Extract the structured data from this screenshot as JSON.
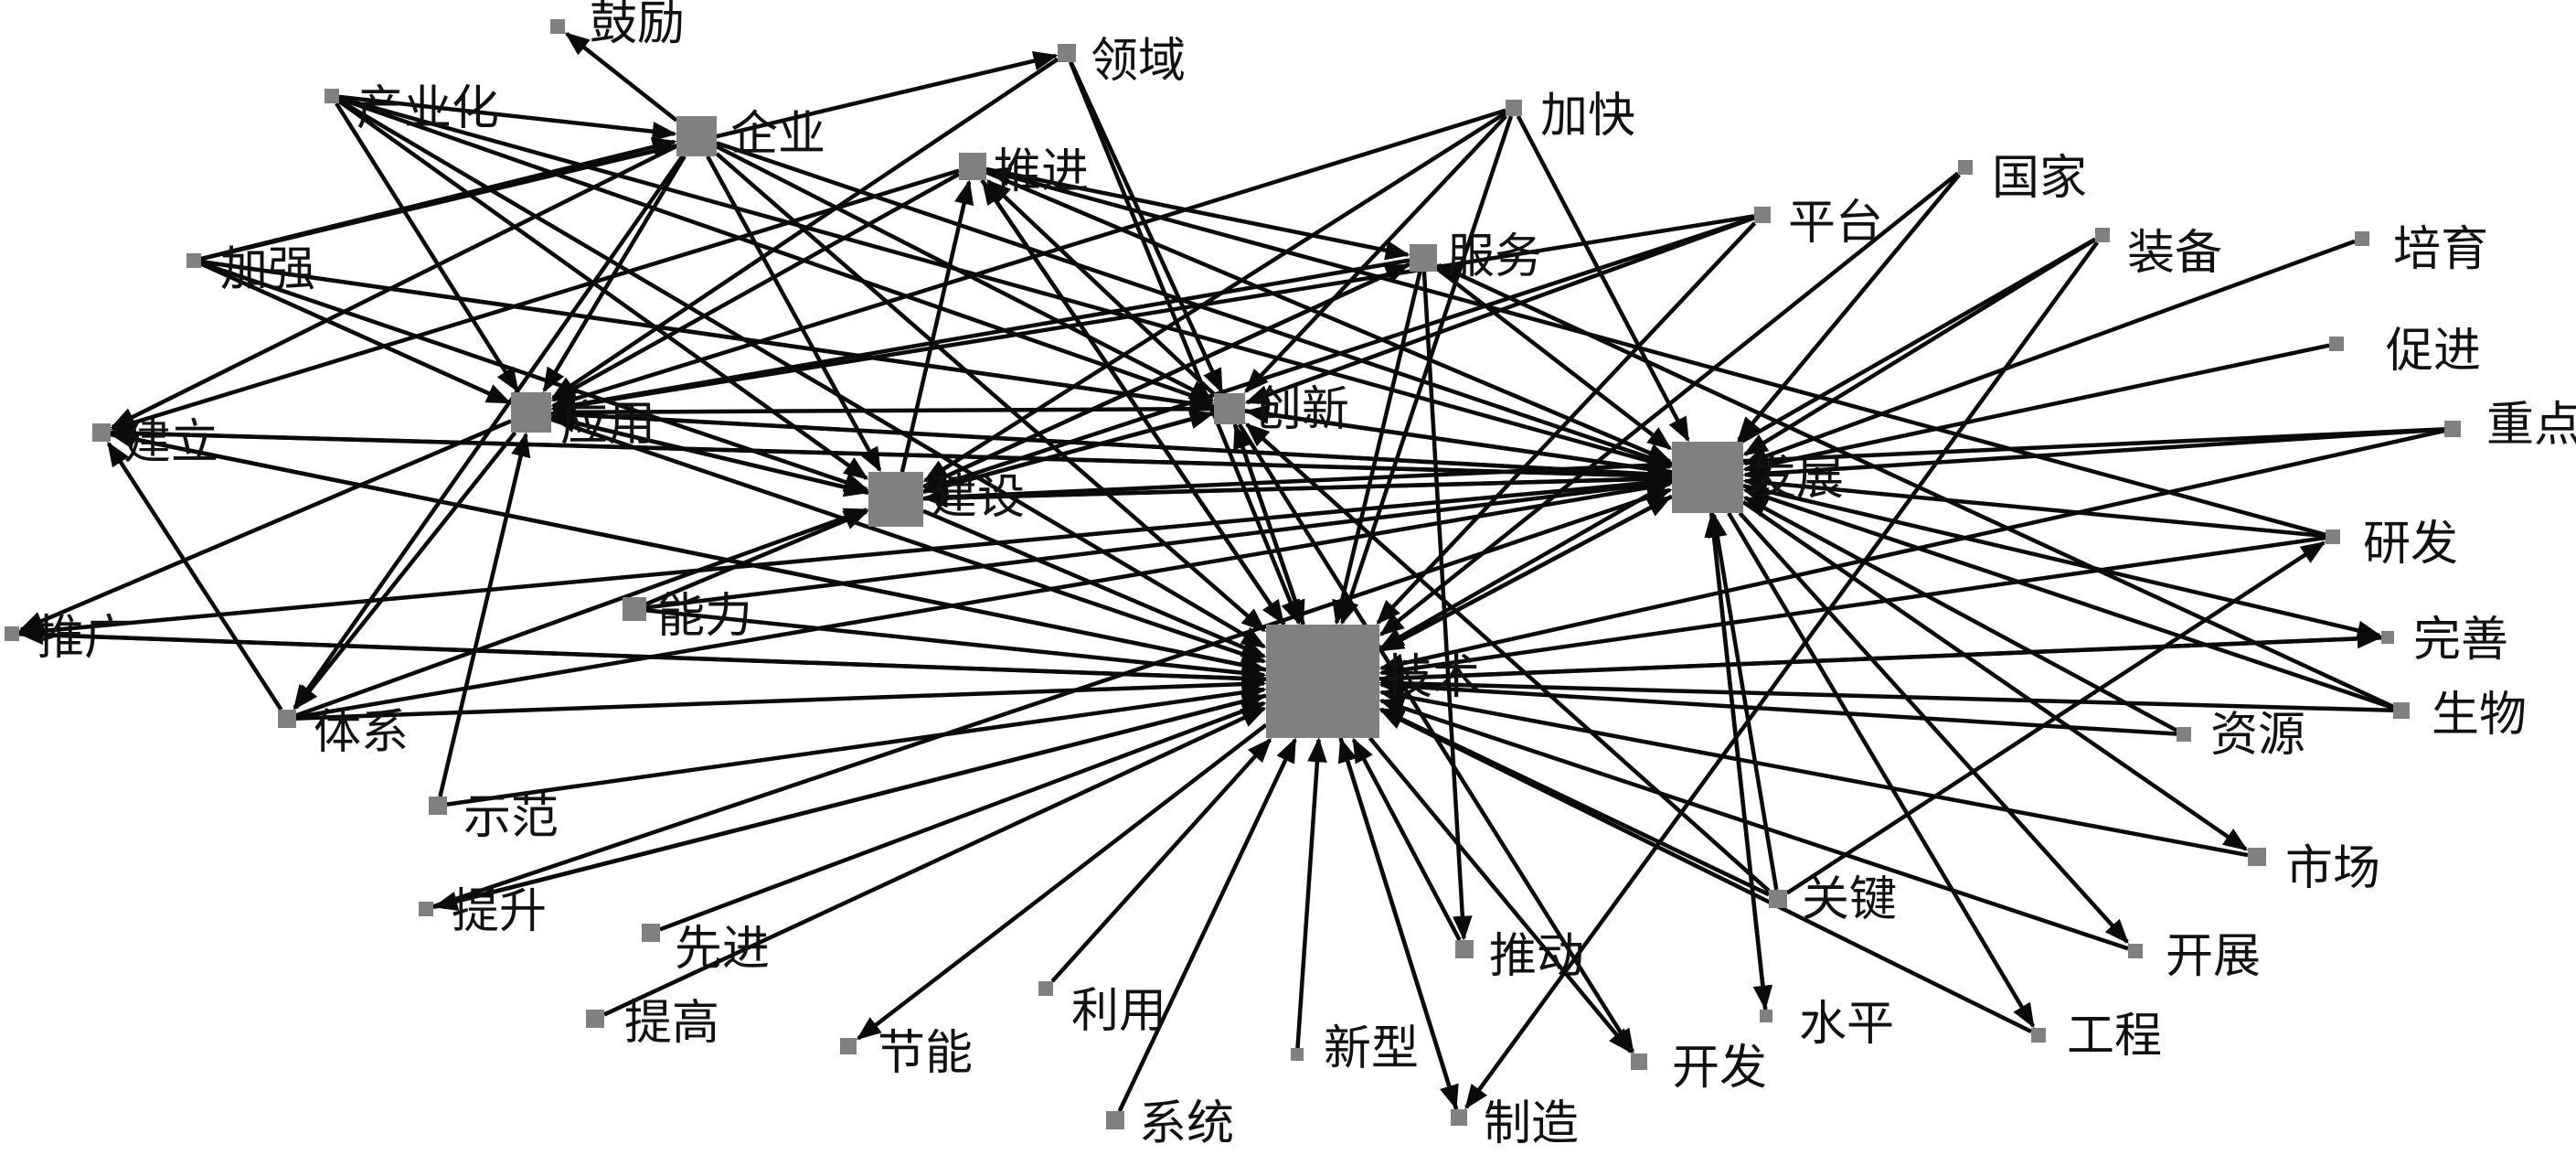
{
  "diagram": {
    "type": "directed-network",
    "colors": {
      "node": "#808080",
      "edge": "#0a0a0a",
      "label": "#111111",
      "background": "#ffffff"
    },
    "nodes": [
      {
        "id": "jishu",
        "label": "技术"
      },
      {
        "id": "fazhan",
        "label": "发展"
      },
      {
        "id": "jianshe",
        "label": "建设"
      },
      {
        "id": "yingyong",
        "label": "应用"
      },
      {
        "id": "qiye",
        "label": "企业"
      },
      {
        "id": "chuangxin",
        "label": "创新"
      },
      {
        "id": "tuijin",
        "label": "推进"
      },
      {
        "id": "fuwu",
        "label": "服务"
      },
      {
        "id": "guli",
        "label": "鼓励"
      },
      {
        "id": "lingyu",
        "label": "领域"
      },
      {
        "id": "chanyehua",
        "label": "产业化"
      },
      {
        "id": "jiakuai",
        "label": "加快"
      },
      {
        "id": "guojia",
        "label": "国家"
      },
      {
        "id": "pingtai",
        "label": "平台"
      },
      {
        "id": "zhuangbei",
        "label": "装备"
      },
      {
        "id": "peiyu",
        "label": "培育"
      },
      {
        "id": "jiaqiang",
        "label": "加强"
      },
      {
        "id": "cujin",
        "label": "促进"
      },
      {
        "id": "zhongdian",
        "label": "重点"
      },
      {
        "id": "jianli",
        "label": "建立"
      },
      {
        "id": "yanfa",
        "label": "研发"
      },
      {
        "id": "nengli",
        "label": "能力"
      },
      {
        "id": "tuiguang",
        "label": "推广"
      },
      {
        "id": "wanshan",
        "label": "完善"
      },
      {
        "id": "tixi",
        "label": "体系"
      },
      {
        "id": "shengwu",
        "label": "生物"
      },
      {
        "id": "ziyuan",
        "label": "资源"
      },
      {
        "id": "shifan",
        "label": "示范"
      },
      {
        "id": "shichang",
        "label": "市场"
      },
      {
        "id": "tisheng",
        "label": "提升"
      },
      {
        "id": "guanjian",
        "label": "关键"
      },
      {
        "id": "xianjin",
        "label": "先进"
      },
      {
        "id": "tuidong",
        "label": "推动"
      },
      {
        "id": "kaizhan",
        "label": "开展"
      },
      {
        "id": "tigao",
        "label": "提高"
      },
      {
        "id": "liyong",
        "label": "利用"
      },
      {
        "id": "shuiping",
        "label": "水平"
      },
      {
        "id": "gongcheng",
        "label": "工程"
      },
      {
        "id": "jieneng",
        "label": "节能"
      },
      {
        "id": "xinxing",
        "label": "新型"
      },
      {
        "id": "kaifa",
        "label": "开发"
      },
      {
        "id": "xitong",
        "label": "系统"
      },
      {
        "id": "zhizao",
        "label": "制造"
      }
    ],
    "edges": [
      [
        "qiye",
        "guli"
      ],
      [
        "qiye",
        "jianli"
      ],
      [
        "qiye",
        "yingyong"
      ],
      [
        "qiye",
        "jianshe"
      ],
      [
        "qiye",
        "fazhan"
      ],
      [
        "qiye",
        "jishu"
      ],
      [
        "qiye",
        "chuangxin"
      ],
      [
        "qiye",
        "tixi"
      ],
      [
        "chanyehua",
        "yingyong"
      ],
      [
        "chanyehua",
        "jianshe"
      ],
      [
        "chanyehua",
        "fazhan"
      ],
      [
        "chanyehua",
        "qiye"
      ],
      [
        "chanyehua",
        "jishu"
      ],
      [
        "chanyehua",
        "chuangxin"
      ],
      [
        "lingyu",
        "yingyong"
      ],
      [
        "lingyu",
        "chuangxin"
      ],
      [
        "lingyu",
        "jishu"
      ],
      [
        "jiaqiang",
        "lingyu"
      ],
      [
        "jiaqiang",
        "qiye"
      ],
      [
        "jiaqiang",
        "yingyong"
      ],
      [
        "jiaqiang",
        "jianshe"
      ],
      [
        "jiaqiang",
        "chuangxin"
      ],
      [
        "jiaqiang",
        "fazhan"
      ],
      [
        "jiakuai",
        "yingyong"
      ],
      [
        "jiakuai",
        "jianshe"
      ],
      [
        "jiakuai",
        "fazhan"
      ],
      [
        "jiakuai",
        "jishu"
      ],
      [
        "jiakuai",
        "chuangxin"
      ],
      [
        "pingtai",
        "jianshe"
      ],
      [
        "pingtai",
        "chuangxin"
      ],
      [
        "pingtai",
        "jishu"
      ],
      [
        "pingtai",
        "yingyong"
      ],
      [
        "guojia",
        "fazhan"
      ],
      [
        "guojia",
        "jishu"
      ],
      [
        "zhuangbei",
        "fazhan"
      ],
      [
        "zhuangbei",
        "jishu"
      ],
      [
        "zhuangbei",
        "zhizao"
      ],
      [
        "peiyu",
        "fazhan"
      ],
      [
        "cujin",
        "fazhan"
      ],
      [
        "zhongdian",
        "jishu"
      ],
      [
        "zhongdian",
        "fazhan"
      ],
      [
        "zhongdian",
        "jianshe"
      ],
      [
        "yanfa",
        "jishu"
      ],
      [
        "yanfa",
        "fazhan"
      ],
      [
        "yanfa",
        "tuijin"
      ],
      [
        "shengwu",
        "fazhan"
      ],
      [
        "shengwu",
        "jishu"
      ],
      [
        "shengwu",
        "fuwu"
      ],
      [
        "ziyuan",
        "fazhan"
      ],
      [
        "tuijin",
        "fazhan"
      ],
      [
        "tuijin",
        "jishu"
      ],
      [
        "tuijin",
        "fuwu"
      ],
      [
        "tuijin",
        "jianli"
      ],
      [
        "tuijin",
        "yingyong"
      ],
      [
        "jianshe",
        "tuijin"
      ],
      [
        "jianshe",
        "jishu"
      ],
      [
        "jianshe",
        "fazhan"
      ],
      [
        "jianshe",
        "chuangxin"
      ],
      [
        "jianshe",
        "fuwu"
      ],
      [
        "jianshe",
        "yingyong"
      ],
      [
        "fuwu",
        "fazhan"
      ],
      [
        "fuwu",
        "jishu"
      ],
      [
        "fuwu",
        "jianshe"
      ],
      [
        "fuwu",
        "yingyong"
      ],
      [
        "fuwu",
        "tuidong"
      ],
      [
        "chuangxin",
        "jishu"
      ],
      [
        "chuangxin",
        "fazhan"
      ],
      [
        "chuangxin",
        "yingyong"
      ],
      [
        "chuangxin",
        "tuijin"
      ],
      [
        "chuangxin",
        "jianshe"
      ],
      [
        "chuangxin",
        "kaifa"
      ],
      [
        "yingyong",
        "jishu"
      ],
      [
        "yingyong",
        "fazhan"
      ],
      [
        "yingyong",
        "tixi"
      ],
      [
        "yingyong",
        "tuiguang"
      ],
      [
        "yingyong",
        "jianshe"
      ],
      [
        "fazhan",
        "jishu"
      ],
      [
        "fazhan",
        "wanshan"
      ],
      [
        "fazhan",
        "shichang"
      ],
      [
        "fazhan",
        "kaizhan"
      ],
      [
        "fazhan",
        "shuiping"
      ],
      [
        "fazhan",
        "gongcheng"
      ],
      [
        "fazhan",
        "jianshe"
      ],
      [
        "fazhan",
        "yingyong"
      ],
      [
        "fazhan",
        "chuangxin"
      ],
      [
        "fazhan",
        "jianli"
      ],
      [
        "jishu",
        "chuangxin"
      ],
      [
        "jishu",
        "tuijin"
      ],
      [
        "jishu",
        "tuiguang"
      ],
      [
        "jishu",
        "jieneng"
      ],
      [
        "jishu",
        "kaifa"
      ],
      [
        "jishu",
        "wanshan"
      ],
      [
        "jishu",
        "tisheng"
      ],
      [
        "jishu",
        "jianli"
      ],
      [
        "jishu",
        "zhizao"
      ],
      [
        "jishu",
        "fazhan"
      ],
      [
        "jianli",
        "jishu"
      ],
      [
        "jianli",
        "fazhan"
      ],
      [
        "tuiguang",
        "jishu"
      ],
      [
        "tuiguang",
        "fazhan"
      ],
      [
        "nengli",
        "jishu"
      ],
      [
        "nengli",
        "jianshe"
      ],
      [
        "nengli",
        "fazhan"
      ],
      [
        "tixi",
        "jishu"
      ],
      [
        "tixi",
        "fazhan"
      ],
      [
        "tixi",
        "jianli"
      ],
      [
        "tixi",
        "jianshe"
      ],
      [
        "shifan",
        "yingyong"
      ],
      [
        "shifan",
        "jishu"
      ],
      [
        "tisheng",
        "fazhan"
      ],
      [
        "tisheng",
        "jishu"
      ],
      [
        "xianjin",
        "jishu"
      ],
      [
        "tigao",
        "jishu"
      ],
      [
        "liyong",
        "jishu"
      ],
      [
        "xitong",
        "jishu"
      ],
      [
        "xinxing",
        "jishu"
      ],
      [
        "tuidong",
        "jishu"
      ],
      [
        "zhizao",
        "jishu"
      ],
      [
        "kaizhan",
        "jishu"
      ],
      [
        "gongcheng",
        "jishu"
      ],
      [
        "guanjian",
        "jishu"
      ],
      [
        "guanjian",
        "fazhan"
      ],
      [
        "guanjian",
        "chuangxin"
      ],
      [
        "guanjian",
        "yanfa"
      ],
      [
        "shuiping",
        "fazhan"
      ],
      [
        "shichang",
        "jishu"
      ],
      [
        "ziyuan",
        "jishu"
      ],
      [
        "wanshan",
        "jishu"
      ]
    ]
  }
}
